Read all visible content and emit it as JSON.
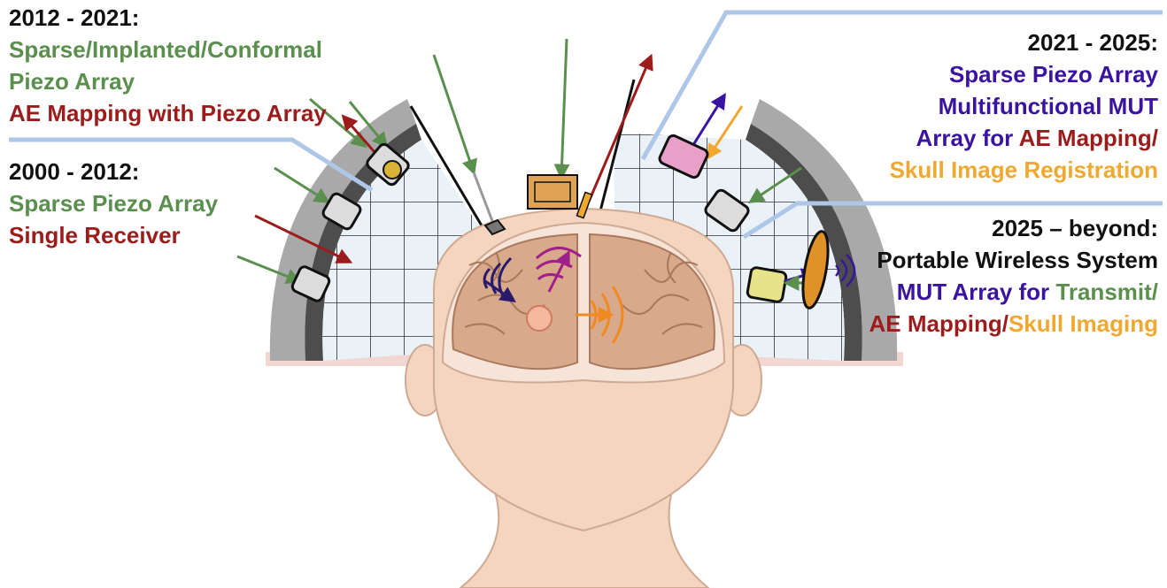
{
  "colors": {
    "black": "#111111",
    "green": "#5a8f4e",
    "red": "#9c1c1c",
    "purple": "#3a14a0",
    "orange": "#f0a830",
    "skin": "#f3d5c0",
    "brain": "#d8a98a",
    "helmet_outer": "#a9a9a9",
    "helmet_inner": "#4d4d4d",
    "callout_line": "#aec6e8"
  },
  "eras": {
    "era_2012": {
      "years": "2012 - 2021:",
      "line1": "Sparse/Implanted/Conformal",
      "line2": "Piezo Array",
      "line3": "AE Mapping with Piezo Array"
    },
    "era_2000": {
      "years": "2000 - 2012:",
      "line1": "Sparse Piezo Array",
      "line2": "Single Receiver"
    },
    "era_2021": {
      "years": "2021 - 2025:",
      "line1": "Sparse Piezo Array",
      "line2": "Multifunctional MUT",
      "line3_a": "Array for ",
      "line3_b": "AE Mapping/",
      "line4": "Skull Image Registration"
    },
    "era_2025": {
      "years": "2025 – beyond:",
      "line1": "Portable Wireless System",
      "line2_a": "MUT Array for ",
      "line2_b": "Transmit/",
      "line3_a": "AE Mapping/",
      "line3_b": "Skull Imaging"
    }
  }
}
